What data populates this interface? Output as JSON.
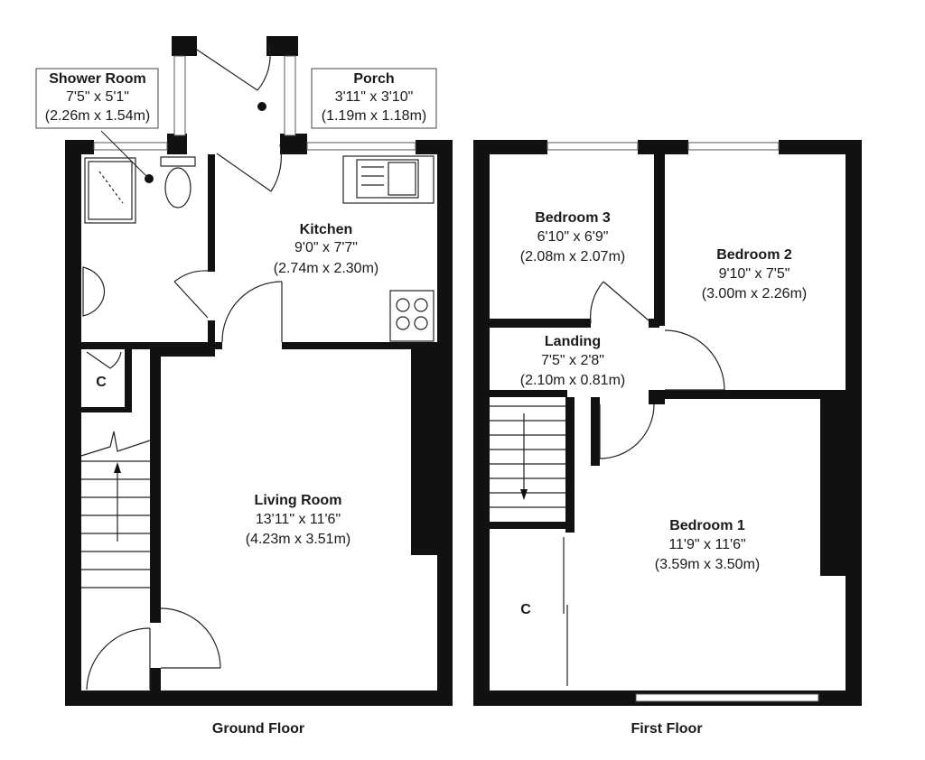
{
  "floors": [
    {
      "caption": "Ground Floor"
    },
    {
      "caption": "First Floor"
    }
  ],
  "rooms": {
    "shower_room": {
      "name": "Shower Room",
      "imperial": "7'5\" x 5'1\"",
      "metric": "(2.26m x 1.54m)"
    },
    "porch": {
      "name": "Porch",
      "imperial": "3'11\" x 3'10\"",
      "metric": "(1.19m x 1.18m)"
    },
    "kitchen": {
      "name": "Kitchen",
      "imperial": "9'0\" x 7'7\"",
      "metric": "(2.74m x 2.30m)"
    },
    "living_room": {
      "name": "Living Room",
      "imperial": "13'11\" x 11'6\"",
      "metric": "(4.23m x 3.51m)"
    },
    "bedroom3": {
      "name": "Bedroom 3",
      "imperial": "6'10\" x 6'9\"",
      "metric": "(2.08m x 2.07m)"
    },
    "bedroom2": {
      "name": "Bedroom 2",
      "imperial": "9'10\" x 7'5\"",
      "metric": "(3.00m x 2.26m)"
    },
    "landing": {
      "name": "Landing",
      "imperial": "7'5\" x 2'8\"",
      "metric": "(2.10m x 0.81m)"
    },
    "bedroom1": {
      "name": "Bedroom 1",
      "imperial": "11'9\" x 11'6\"",
      "metric": "(3.59m x 3.50m)"
    }
  },
  "cupboards": {
    "ground": "C",
    "first": "C"
  },
  "colors": {
    "wall": "#111111",
    "background": "#ffffff"
  }
}
